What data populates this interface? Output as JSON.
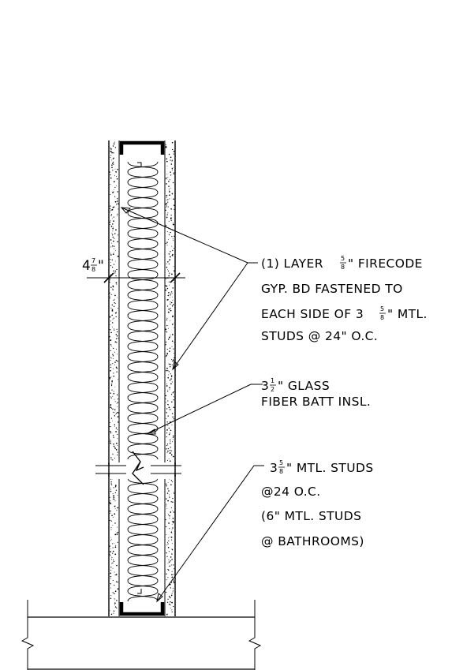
{
  "dimension": {
    "whole": "4",
    "num": "7",
    "den": "8",
    "unit": "\""
  },
  "notes": {
    "gyp": {
      "l1": "(1) LAYER ",
      "l1_num": "5",
      "l1_den": "8",
      "l1_end": "\" FIRECODE",
      "l2": "GYP. BD FASTENED TO",
      "l3": "EACH SIDE OF 3",
      "l3_num": "5",
      "l3_den": "8",
      "l3_end": "\" MTL.",
      "l4": "STUDS @ 24\" O.C."
    },
    "insul": {
      "l1_whole": "3",
      "l1_num": "1",
      "l1_den": "2",
      "l1_end": "\" GLASS",
      "l2": "FIBER BATT INSL."
    },
    "studs": {
      "l1_whole": "3",
      "l1_num": "5",
      "l1_den": "8",
      "l1_end": "\" MTL. STUDS",
      "l2": "@24 O.C.",
      "l3": "(6\" MTL. STUDS",
      "l4": "@ BATHROOMS)"
    }
  },
  "colors": {
    "line": "#000000",
    "background": "#ffffff"
  }
}
